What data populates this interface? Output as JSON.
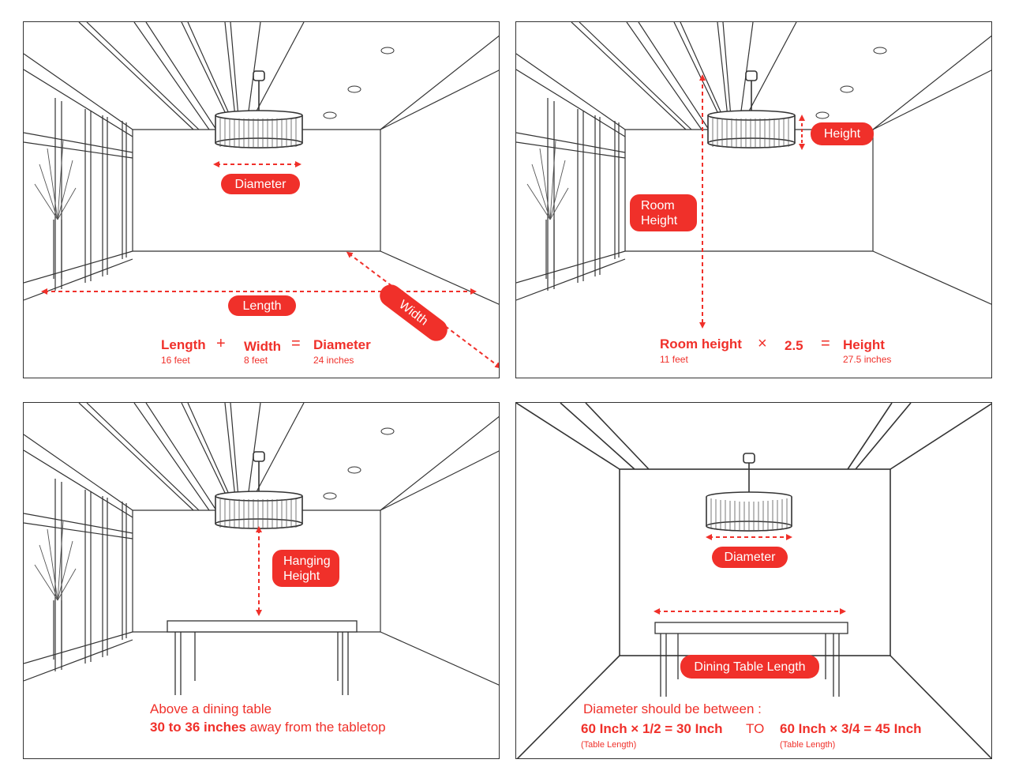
{
  "panel1": {
    "labels": {
      "diameter": "Diameter",
      "length": "Length",
      "width": "Width"
    },
    "formula": {
      "term1": "Length",
      "term1_value": "16 feet",
      "plus": "+",
      "term2": "Width",
      "term2_value": "8 feet",
      "equals": "=",
      "result": "Diameter",
      "result_value": "24 inches"
    }
  },
  "panel2": {
    "labels": {
      "height": "Height",
      "room_height": "Room\nHeight"
    },
    "formula": {
      "term1": "Room height",
      "term1_value": "11 feet",
      "times": "×",
      "factor": "2.5",
      "equals": "=",
      "result": "Height",
      "result_value": "27.5 inches"
    }
  },
  "panel3": {
    "labels": {
      "hanging_height": "Hanging\nHeight"
    },
    "caption_line1": "Above a dining table",
    "caption_bold": "30 to 36 inches",
    "caption_rest": " away from the tabletop"
  },
  "panel4": {
    "labels": {
      "diameter": "Diameter",
      "table_length": "Dining Table Length"
    },
    "caption": "Diameter should be between :",
    "formula_left": "60 Inch × 1/2 = 30 Inch",
    "to": "TO",
    "formula_right": "60 Inch × 3/4 = 45 Inch",
    "note_left": "(Table Length)",
    "note_right": "(Table Length)"
  },
  "colors": {
    "accent": "#f0302a",
    "line": "#333333"
  }
}
